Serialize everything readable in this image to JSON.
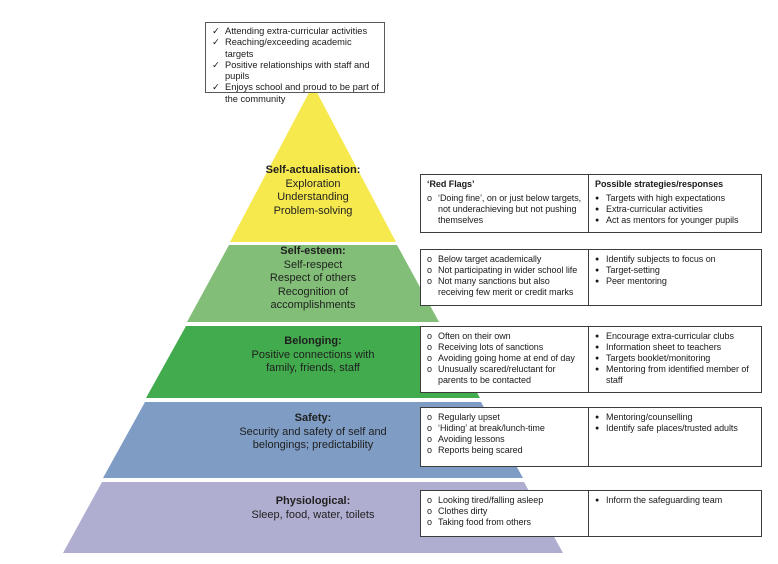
{
  "bullets": {
    "check": "✓",
    "red_flag": "o",
    "strategy": "●"
  },
  "colors": {
    "self_actualisation": "#f6e94e",
    "self_esteem": "#82be77",
    "belonging": "#42ab4d",
    "safety": "#7e9cc4",
    "physiological": "#afaed0",
    "table_border": "#3c3c3c"
  },
  "top_box": {
    "items": [
      "Attending extra-curricular activities",
      "Reaching/exceeding academic targets",
      "Positive relationships with staff and pupils",
      "Enjoys school and proud to be part of the community"
    ]
  },
  "table_header": {
    "red_flags": "‘Red Flags’",
    "strategies": "Possible strategies/responses"
  },
  "levels": [
    {
      "id": "self-actualisation",
      "title": "Self-actualisation:",
      "desc": [
        "Exploration",
        "Understanding",
        "Problem-solving"
      ],
      "color": "#f6e94e",
      "red_flags": [
        "‘Doing fine’, on or just below targets, not underachieving but not pushing themselves"
      ],
      "strategies": [
        "Targets with high expectations",
        "Extra-curricular activities",
        "Act as mentors for younger pupils"
      ]
    },
    {
      "id": "self-esteem",
      "title": "Self-esteem:",
      "desc": [
        "Self-respect",
        "Respect of others",
        "Recognition of",
        "accomplishments"
      ],
      "color": "#82be77",
      "red_flags": [
        "Below target academically",
        "Not participating in wider school life",
        "Not many sanctions but also receiving few merit or credit marks"
      ],
      "strategies": [
        "Identify subjects to focus on",
        "Target-setting",
        "Peer mentoring"
      ]
    },
    {
      "id": "belonging",
      "title": "Belonging:",
      "desc": [
        "Positive connections with",
        "family, friends, staff"
      ],
      "color": "#42ab4d",
      "red_flags": [
        "Often on their own",
        "Receiving lots of sanctions",
        "Avoiding going home at end of day",
        "Unusually scared/reluctant for parents to be contacted"
      ],
      "strategies": [
        "Encourage extra-curricular clubs",
        "Information sheet to teachers",
        "Targets booklet/monitoring",
        "Mentoring from identified member of staff"
      ]
    },
    {
      "id": "safety",
      "title": "Safety:",
      "desc": [
        "Security and safety of self and",
        "belongings; predictability"
      ],
      "color": "#7e9cc4",
      "red_flags": [
        "Regularly upset",
        "‘Hiding’ at break/lunch-time",
        "Avoiding lessons",
        "Reports being scared"
      ],
      "strategies": [
        "Mentoring/counselling",
        "Identify safe places/trusted adults"
      ]
    },
    {
      "id": "physiological",
      "title": "Physiological:",
      "desc": [
        "Sleep, food, water, toilets"
      ],
      "color": "#afaed0",
      "red_flags": [
        "Looking tired/falling asleep",
        "Clothes dirty",
        "Taking food from others"
      ],
      "strategies": [
        "Inform the safeguarding team"
      ]
    }
  ]
}
